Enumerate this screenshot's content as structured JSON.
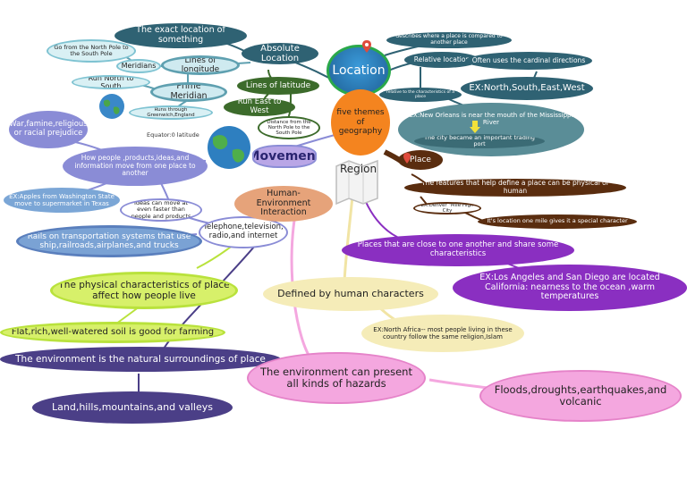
{
  "colors": {
    "location": "#2f6273",
    "location_center": "#2b83c2",
    "teal_light": "#7fc3d2",
    "teal_mid": "#5fa0b0",
    "green_dark": "#3c6b2b",
    "blue_light": "#7ba6d6",
    "purple_light": "#8a8cd6",
    "purple_dark": "#4b3f87",
    "place": "#5a2d0f",
    "region": "#8a2fc1",
    "region_light": "#f1e4a4",
    "hei": "#e6a37a",
    "hei_green": "#b9e23c",
    "hei_pink": "#f4a7df",
    "center": "#f4841f"
  },
  "center": {
    "label": "five themes of geography"
  },
  "location": {
    "title": "Location",
    "absolute": "Absolute Location",
    "relative": "Relative location",
    "exact": "The exact location of something",
    "describes": "describes where a place is compared to another place",
    "cardinal": "Often uses the cardinal directions",
    "ex_directions": "EX:North,South,East,West",
    "other_places": "relative to the characteristics of a place",
    "ex_new_orleans": "EX:New Orleans is near the mouth of the Mississippi River",
    "port": "The city became an important trading port",
    "longitude": "Lines of longitude",
    "meridians": "Meridians",
    "north_south_pole": "Go from the North Pole to the South Pole",
    "run_north_south": "Run North to South",
    "prime_meridian": "Prime Meridian",
    "greenwich": "Runs through Greenwich,England",
    "latitude": "Lines of latitude",
    "run_east_west": "Run East to West",
    "distance_pole": "Distance from the North Pole to the South Pole",
    "equator": "Equator:0 latitude"
  },
  "movement": {
    "title": "Movement",
    "war": "War,famine,religious or racial prejudice",
    "how_people": "How people ,products,ideas,and information move from one place to another",
    "apples": "EX:Apples from Washington State move to supermarket in Texas",
    "ideas": "Ideas can move at even faster than people and products",
    "telephone": "Telephone,television, radio,and internet",
    "rails": "Rails on transportation systems that use ship,railroads,airplanes,and trucks"
  },
  "place": {
    "title": "Place",
    "features": "The features that help define a place can be physical or human",
    "denver": "EX:Denver \"Mile High City",
    "mile": "It's location one mile gives it a special character"
  },
  "region": {
    "title": "Region",
    "close": "Places that are close to one another and share some characteristics",
    "la_sd": "EX:Los Angeles and San Diego are located California: nearness to the ocean ,warm temperatures",
    "human_chars": "Defined by human characters",
    "north_africa": "EX:North Africa--  most people  living in these country follow the same religion,Islam"
  },
  "hei": {
    "title": "Human-Environment Interaction",
    "physical": "The physical characteristics of place affect how people live",
    "flat": "Flat,rich,well-watered soil is good for farming",
    "natural": "The environment is the natural surroundings of place",
    "land": "Land,hills,mountains,and valleys",
    "hazards": "The environment can present all kinds of hazards",
    "floods": "Floods,droughts,earthquakes,and volcanic"
  }
}
